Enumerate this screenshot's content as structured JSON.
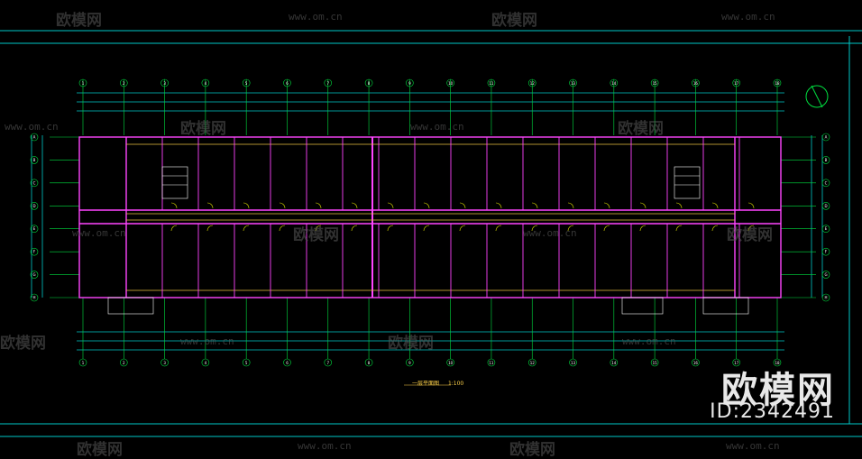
{
  "watermark": {
    "brand_text": "欧模网",
    "url_text": "www.om.cn"
  },
  "brand": {
    "name": "欧模网",
    "id": "ID:2342491"
  },
  "plan": {
    "title": "一层平面图",
    "scale": "1:100"
  },
  "grid_axis": {
    "column_labels": [
      "1",
      "2",
      "3",
      "4",
      "5",
      "6",
      "7",
      "8",
      "9",
      "10",
      "11",
      "12",
      "13",
      "14",
      "15",
      "16",
      "17",
      "18"
    ],
    "row_labels": [
      "A",
      "B",
      "C",
      "D",
      "E",
      "F",
      "G",
      "H"
    ]
  },
  "colors": {
    "background": "#000000",
    "wall": "#ff44ff",
    "grid": "#00e040",
    "dimension": "#00c8c8",
    "text": "#ffd24a",
    "watermark": "#5a5a5a"
  }
}
